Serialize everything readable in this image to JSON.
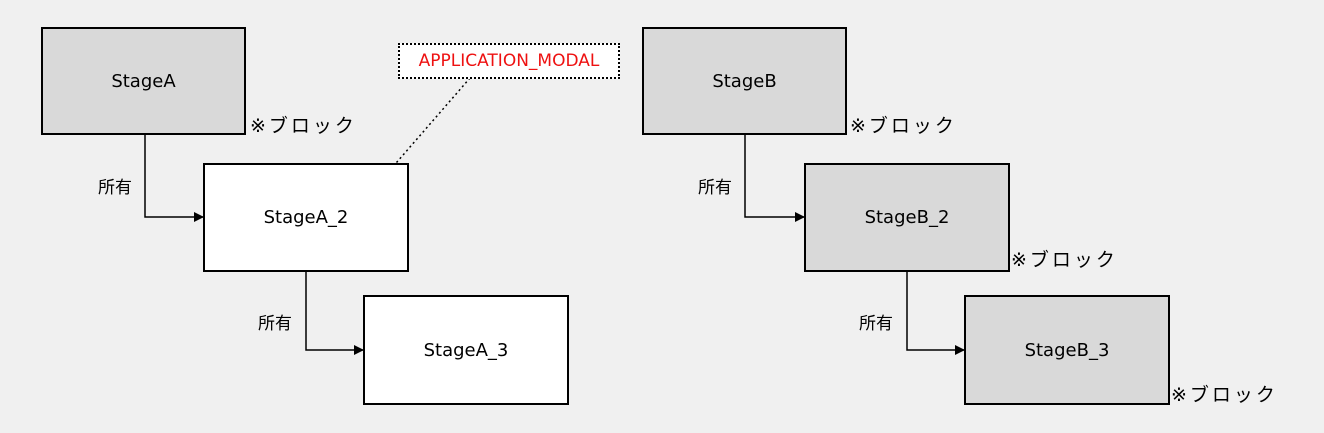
{
  "diagram": {
    "stages": [
      {
        "id": "stageA",
        "label": "StageA",
        "blocked": true,
        "note": "※ブロック"
      },
      {
        "id": "stageA_2",
        "label": "StageA_2",
        "blocked": false,
        "note": ""
      },
      {
        "id": "stageA_3",
        "label": "StageA_3",
        "blocked": false,
        "note": ""
      },
      {
        "id": "stageB",
        "label": "StageB",
        "blocked": true,
        "note": "※ブロック"
      },
      {
        "id": "stageB_2",
        "label": "StageB_2",
        "blocked": true,
        "note": "※ブロック"
      },
      {
        "id": "stageB_3",
        "label": "StageB_3",
        "blocked": true,
        "note": "※ブロック"
      }
    ],
    "edges": [
      {
        "from": "stageA",
        "to": "stageA_2",
        "label": "所有"
      },
      {
        "from": "stageA_2",
        "to": "stageA_3",
        "label": "所有"
      },
      {
        "from": "stageB",
        "to": "stageB_2",
        "label": "所有"
      },
      {
        "from": "stageB_2",
        "to": "stageB_3",
        "label": "所有"
      }
    ],
    "callout": {
      "text": "APPLICATION_MODAL",
      "target": "stageA_2",
      "color": "#ee1111"
    },
    "colors": {
      "blocked_fill": "#d9d9d9",
      "free_fill": "#ffffff",
      "background": "#f0f0f0"
    }
  }
}
